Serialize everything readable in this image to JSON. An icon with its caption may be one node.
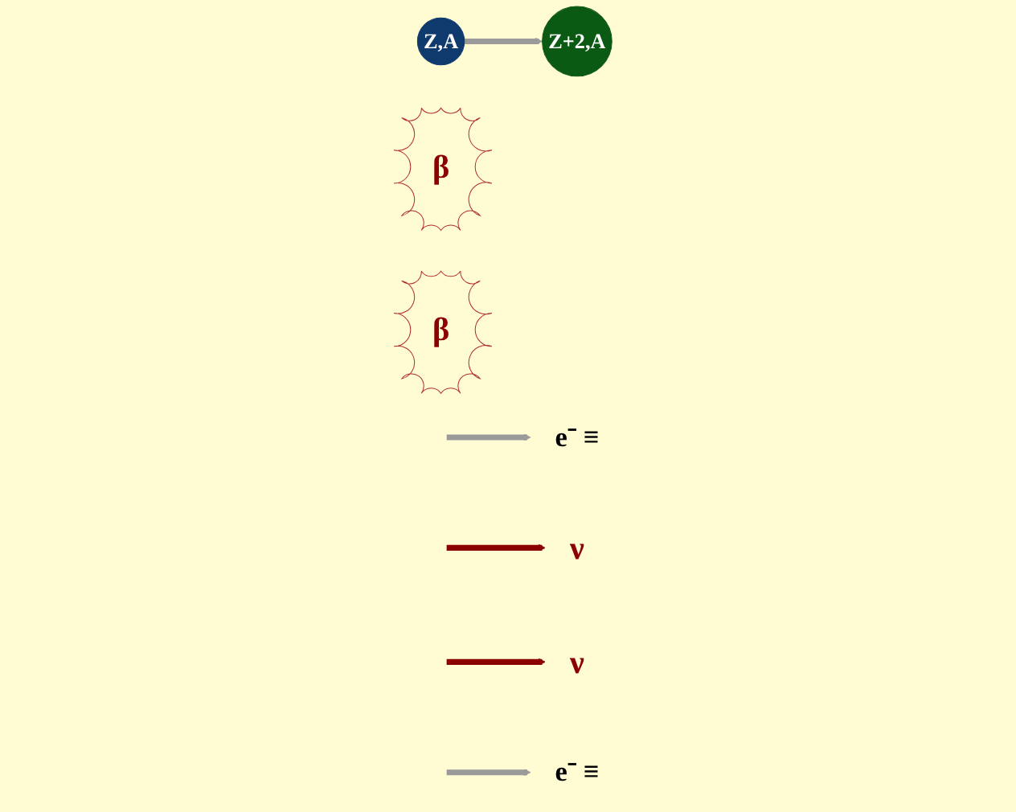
{
  "diagram": {
    "nodes": [
      {
        "text": [
          "Z,A"
        ]
      },
      {
        "text": [
          "Z+2,A"
        ]
      },
      {
        "text": [
          "e⁻ ≡"
        ]
      },
      {
        "text": [
          "β"
        ]
      },
      {
        "text": [
          "ν"
        ]
      },
      {
        "text": [
          "ν"
        ]
      },
      {
        "text": [
          "e⁻ ≡"
        ]
      },
      {
        "text": [
          "β"
        ]
      }
    ],
    "edges": [
      {
        "from": 0,
        "to": 1,
        "arrow": "to"
      },
      {
        "from": null,
        "to": 2,
        "arrow": "to"
      },
      {
        "from": null,
        "to": 4,
        "arrow": "to",
        "color": "#8b0000"
      },
      {
        "from": null,
        "to": 5,
        "arrow": "to",
        "color": "#8b0000"
      },
      {
        "from": null,
        "to": 6,
        "arrow": "to"
      }
    ]
  }
}
